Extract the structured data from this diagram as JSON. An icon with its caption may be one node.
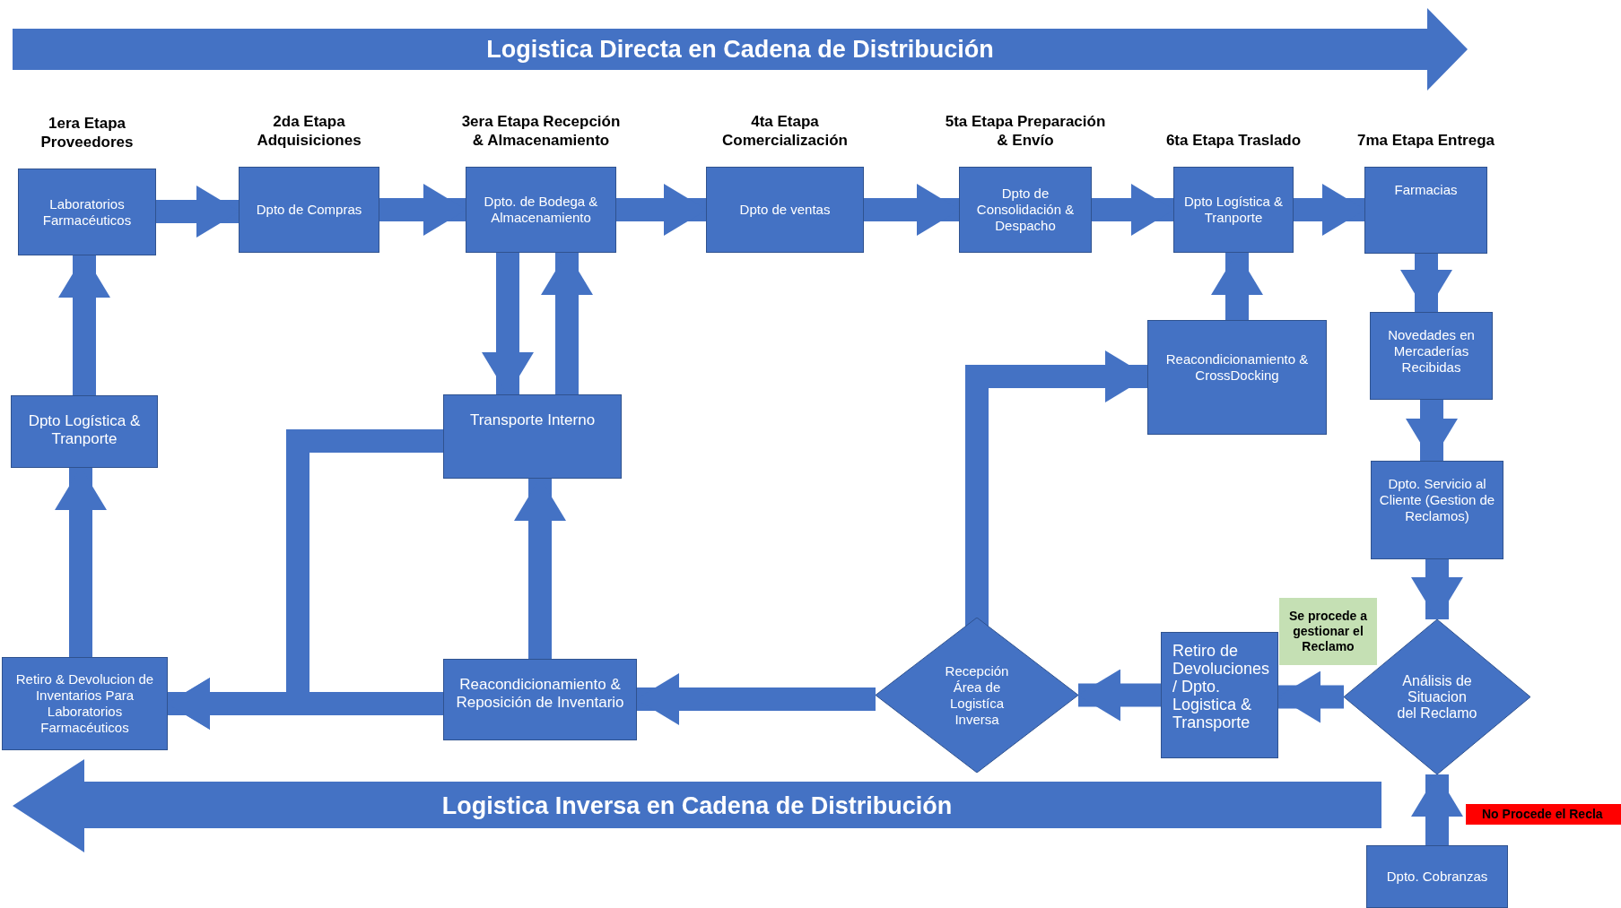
{
  "diagram": {
    "nodes": [
      {
        "text": [
          "Logistica Directa en Cadena de Distribución"
        ]
      },
      {
        "text": [
          "1era Etapa Proveedores",
          "Laboratorios Farmacéuticos"
        ]
      },
      {
        "text": [
          "2da Etapa Adquisiciones",
          "Dpto de Compras"
        ]
      },
      {
        "text": [
          "3era Etapa Recepción & Almacenamiento",
          "Dpto. de Bodega & Almacenamiento"
        ]
      },
      {
        "text": [
          "4ta Etapa Comercialización",
          "Dpto de ventas"
        ]
      },
      {
        "text": [
          "5ta Etapa Preparación & Envío",
          "Dpto de Consolidación & Despacho"
        ]
      },
      {
        "text": [
          "6ta Etapa Traslado",
          "Dpto Logística & Tranporte"
        ]
      },
      {
        "text": [
          "7ma Etapa Entrega",
          "Farmacias"
        ]
      },
      {
        "text": [
          "Novedades en Mercaderías Recibidas"
        ]
      },
      {
        "text": [
          "Dpto. Servicio al Cliente (Gestion de Reclamos)"
        ]
      },
      {
        "text": [
          "Análisis de Situacion del Reclamo"
        ]
      },
      {
        "text": [
          "Dpto. Cobranzas"
        ]
      },
      {
        "text": [
          "No Procede el Recla"
        ]
      },
      {
        "text": [
          "Se procede a gestionar el Reclamo"
        ]
      },
      {
        "text": [
          "Retiro de Devoluciones / Dpto. Logistica & Transporte"
        ]
      },
      {
        "text": [
          "Recepción Área de Logistíca Inversa"
        ]
      },
      {
        "text": [
          "Reacondicionamiento & CrossDocking"
        ]
      },
      {
        "text": [
          "Reacondicionamiento & Reposición de Inventario"
        ]
      },
      {
        "text": [
          "Transporte Interno"
        ]
      },
      {
        "text": [
          "Retiro & Devolucion de Inventarios Para Laboratorios Farmacéuticos"
        ]
      },
      {
        "text": [
          "Dpto Logística & Tranporte"
        ]
      },
      {
        "text": [
          "Logistica Inversa en Cadena de Distribución"
        ]
      }
    ],
    "edges": [
      {
        "from": 1,
        "to": 2,
        "arrow": "to"
      },
      {
        "from": 2,
        "to": 3,
        "arrow": "to"
      },
      {
        "from": 3,
        "to": 4,
        "arrow": "to"
      },
      {
        "from": 4,
        "to": 5,
        "arrow": "to"
      },
      {
        "from": 5,
        "to": 6,
        "arrow": "to"
      },
      {
        "from": 6,
        "to": 7,
        "arrow": "to"
      },
      {
        "from": 7,
        "to": 8,
        "arrow": "to"
      },
      {
        "from": 8,
        "to": 9,
        "arrow": "to"
      },
      {
        "from": 9,
        "to": 10,
        "arrow": "to"
      },
      {
        "from": 11,
        "to": 10,
        "arrow": "to"
      },
      {
        "from": 10,
        "to": 14,
        "arrow": "to"
      },
      {
        "from": 14,
        "to": 15,
        "arrow": "to"
      },
      {
        "from": 15,
        "to": 16,
        "arrow": "to"
      },
      {
        "from": 16,
        "to": 6,
        "arrow": "to"
      },
      {
        "from": 15,
        "to": 17,
        "arrow": "to"
      },
      {
        "from": 17,
        "to": 18,
        "arrow": "to"
      },
      {
        "from": 3,
        "to": 18,
        "arrow": "to"
      },
      {
        "from": 18,
        "to": 3,
        "arrow": "to"
      },
      {
        "from": 18,
        "to": 19,
        "arrow": "to"
      },
      {
        "from": 17,
        "to": 19,
        "arrow": "to"
      },
      {
        "from": 19,
        "to": 20,
        "arrow": "to"
      },
      {
        "from": 20,
        "to": 1,
        "arrow": "to"
      }
    ]
  }
}
